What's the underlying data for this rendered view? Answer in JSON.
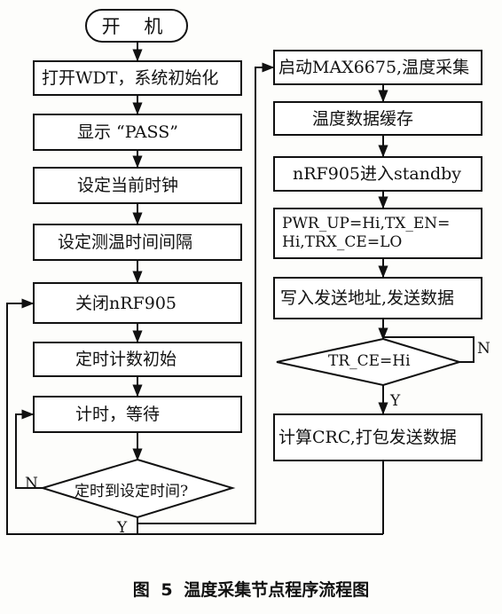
{
  "flowchart": {
    "start": "开 机",
    "left_steps": [
      "打开WDT，系统初始化",
      "显示 “PASS”",
      "设定当前时钟",
      "设定测温时间间隔",
      "关闭nRF905",
      "定时计数初始",
      "计时，等待"
    ],
    "left_decision": "定时到设定时间?",
    "left_decision_no": "N",
    "left_decision_yes": "Y",
    "right_steps": [
      "启动MAX6675,温度采集",
      "温度数据缓存",
      "nRF905进入standby",
      "PWR_UP=Hi,TX_EN= Hi,TRX_CE=LO",
      "写入发送地址,发送数据"
    ],
    "right_decision": "TR_CE=Hi",
    "right_decision_no": "N",
    "right_decision_yes": "Y",
    "right_final": "计算CRC,打包发送数据"
  },
  "caption": "图 5  温度采集节点程序流程图"
}
